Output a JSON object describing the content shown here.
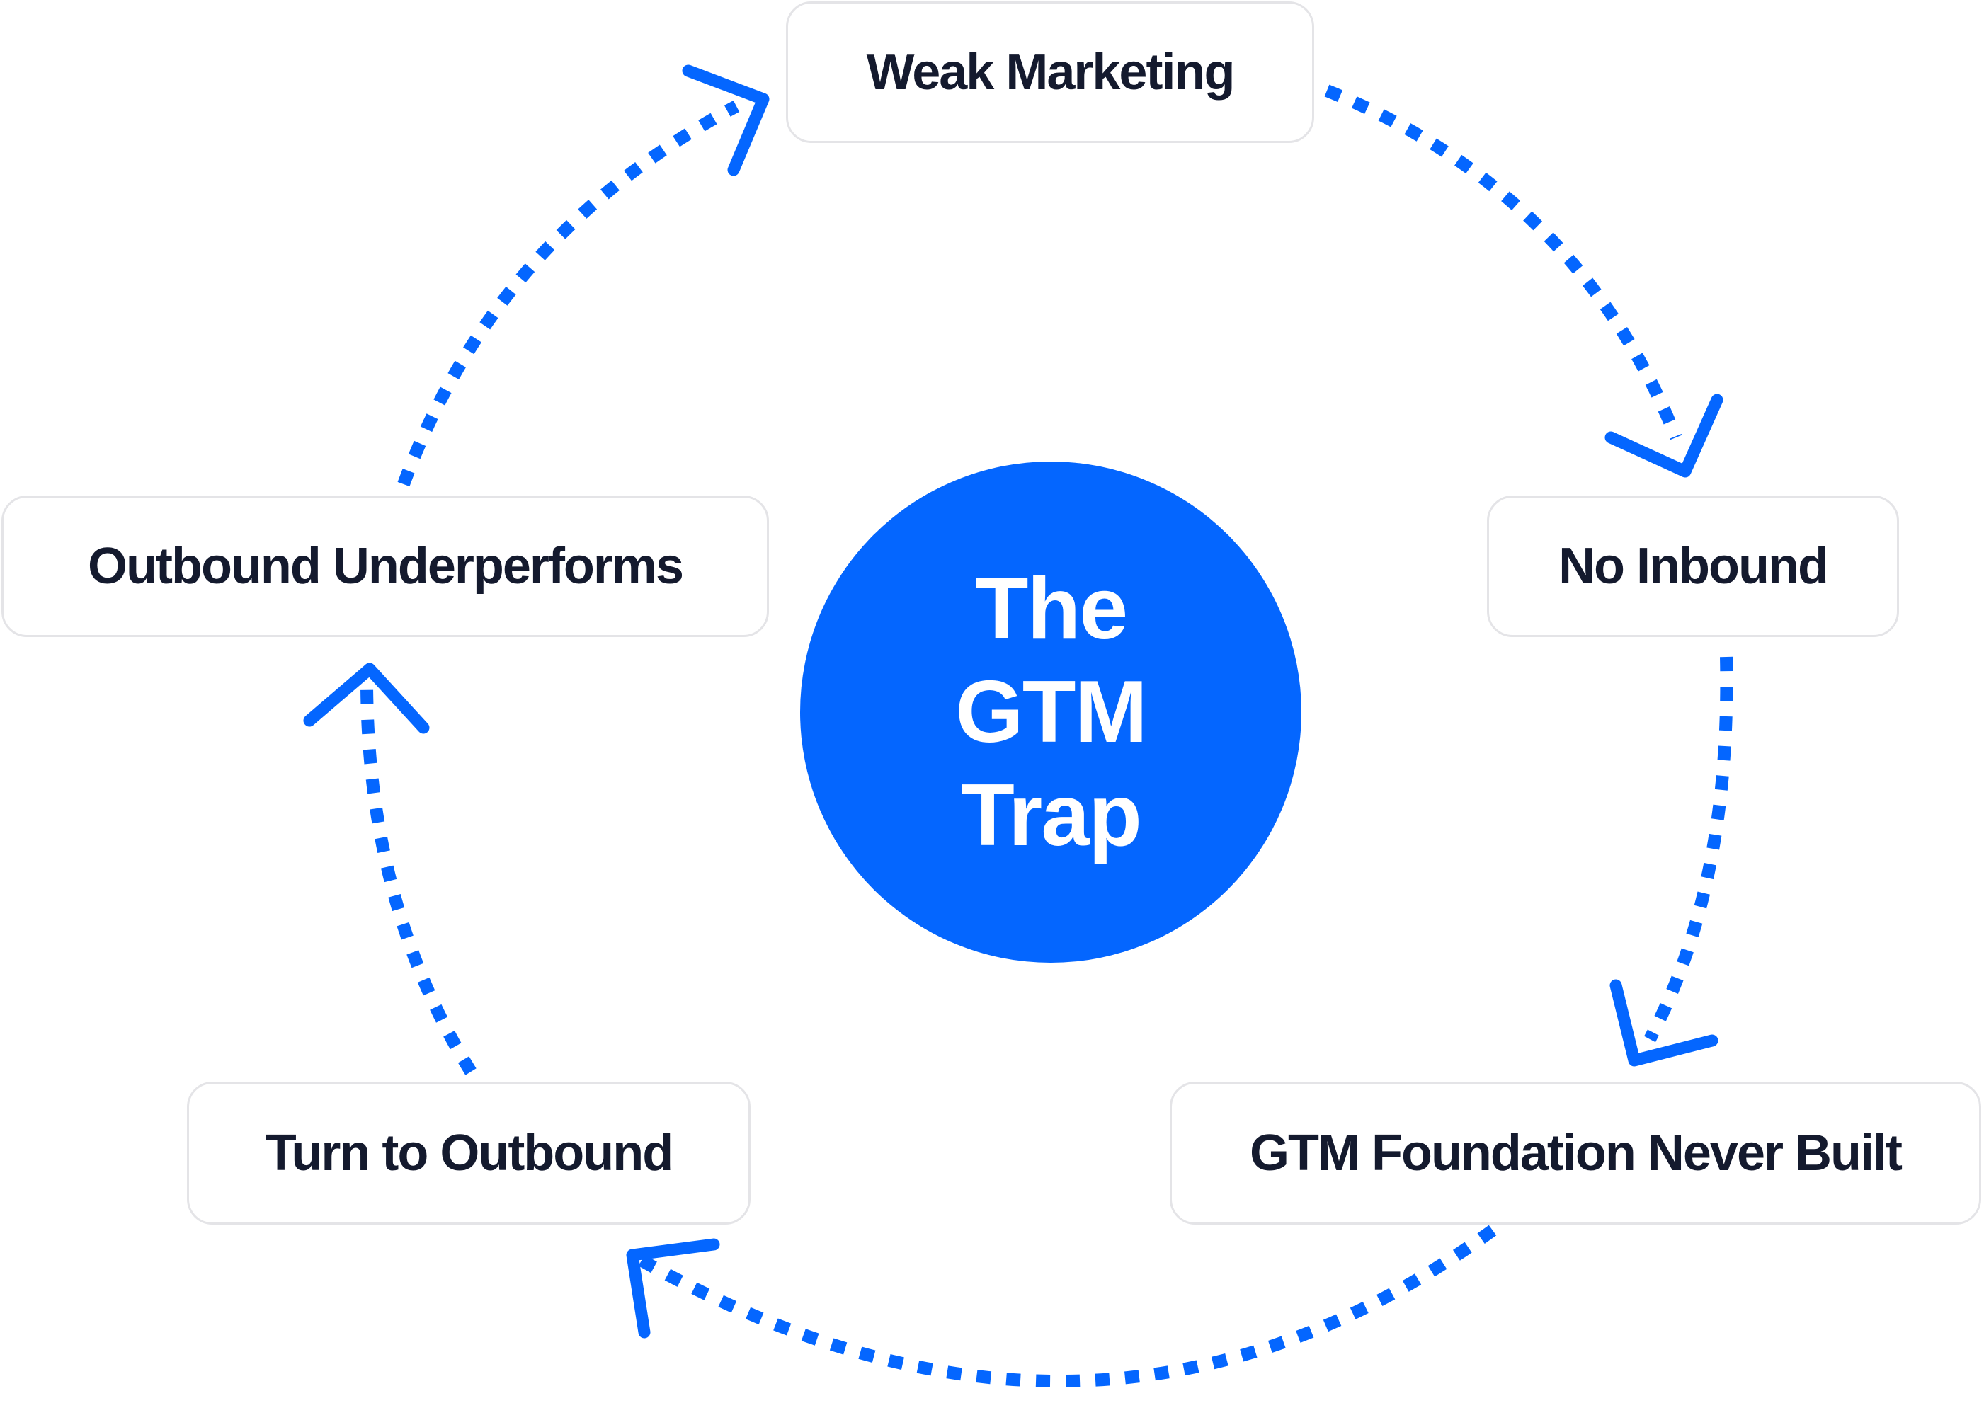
{
  "hub": {
    "lines": [
      "The",
      "GTM",
      "Trap"
    ]
  },
  "nodes": {
    "weak_marketing": "Weak Marketing",
    "no_inbound": "No Inbound",
    "foundation_never_built": "GTM Foundation Never Built",
    "turn_to_outbound": "Turn to Outbound",
    "outbound_underperforms": "Outbound Underperforms"
  },
  "colors": {
    "accent": "#0466ff",
    "node_text": "#141a2e",
    "node_border": "#e4e4e7",
    "hub_text": "#ffffff"
  }
}
